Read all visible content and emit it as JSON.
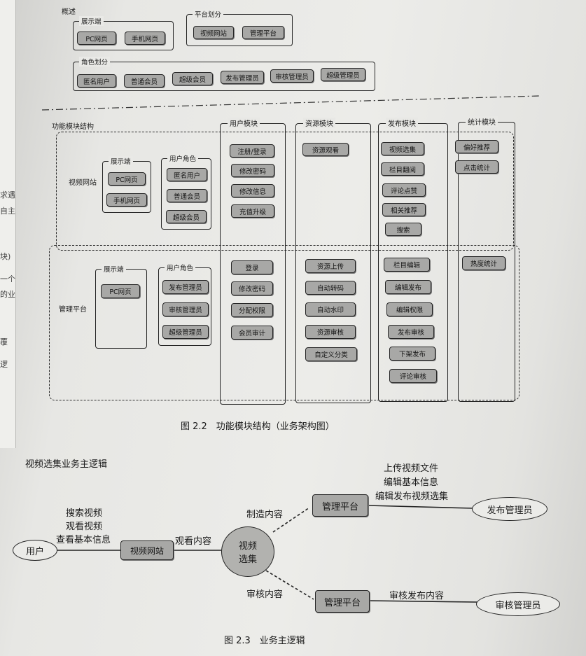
{
  "overview": {
    "title": "概述",
    "display_group": {
      "title": "展示端",
      "items": [
        "PC网页",
        "手机网页"
      ]
    },
    "platform_group": {
      "title": "平台划分",
      "items": [
        "视频网站",
        "管理平台"
      ]
    },
    "role_group": {
      "title": "角色划分",
      "items": [
        "匿名用户",
        "普通会员",
        "超级会员",
        "发布管理员",
        "审核管理员",
        "超级管理员"
      ]
    }
  },
  "structure": {
    "title": "功能模块结构",
    "rows": {
      "site": {
        "label": "视频网站",
        "display": {
          "title": "展示端",
          "items": [
            "PC网页",
            "手机网页"
          ]
        },
        "roles": {
          "title": "用户角色",
          "items": [
            "匿名用户",
            "普通会员",
            "超级会员"
          ]
        }
      },
      "admin": {
        "label": "管理平台",
        "display": {
          "title": "展示端",
          "items": [
            "PC网页"
          ]
        },
        "roles": {
          "title": "用户角色",
          "items": [
            "发布管理员",
            "审核管理员",
            "超级管理员"
          ]
        }
      }
    },
    "modules": {
      "user": {
        "title": "用户模块",
        "site": [
          "注册/登录",
          "修改密码",
          "修改信息",
          "充值升级"
        ],
        "admin": [
          "登录",
          "修改密码",
          "分配权限",
          "会员审计"
        ]
      },
      "resource": {
        "title": "资源模块",
        "site": [
          "资源观看"
        ],
        "admin": [
          "资源上传",
          "自动转码",
          "自动水印",
          "资源审核",
          "自定义分类"
        ]
      },
      "publish": {
        "title": "发布模块",
        "site": [
          "视频选集",
          "栏目翻阅",
          "评论点赞",
          "相关推荐",
          "搜索"
        ],
        "admin": [
          "栏目编辑",
          "编辑发布",
          "编辑权限",
          "发布审核",
          "下架发布",
          "评论审核"
        ]
      },
      "stats": {
        "title": "统计模块",
        "site": [
          "偏好推荐",
          "点击统计"
        ],
        "admin": [
          "热度统计"
        ]
      }
    },
    "caption": "图 2.2　功能模块结构（业务架构图）"
  },
  "logic": {
    "title": "视频选集业务主逻辑",
    "user": "用户",
    "user_actions": [
      "搜索视频",
      "观看视频",
      "查看基本信息"
    ],
    "site": "视频网站",
    "watch_label": "观看内容",
    "center": [
      "视频",
      "选集"
    ],
    "make_label": "制造内容",
    "review_label": "审核内容",
    "admin_top": "管理平台",
    "admin_bottom": "管理平台",
    "publish_actions": [
      "上传视频文件",
      "编辑基本信息",
      "编辑发布视频选集"
    ],
    "publisher": "发布管理员",
    "review_action": "审核发布内容",
    "reviewer": "审核管理员",
    "caption": "图 2.3　业务主逻辑"
  },
  "margin_fragments": [
    "求遇",
    "自主",
    "块)",
    "一个",
    "的业",
    "覆",
    "逻"
  ]
}
